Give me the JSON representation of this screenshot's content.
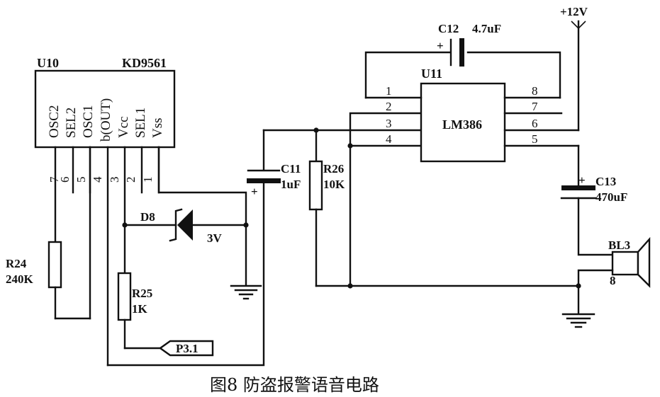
{
  "u10": {
    "ref": "U10",
    "part": "KD9561",
    "pins": [
      {
        "name": "OSC2",
        "num": "7"
      },
      {
        "name": "SEL2",
        "num": "6"
      },
      {
        "name": "OSC1",
        "num": "5"
      },
      {
        "name": "b(OUT)",
        "num": "4"
      },
      {
        "name": "Vcc",
        "num": "3"
      },
      {
        "name": "SEL1",
        "num": "2"
      },
      {
        "name": "Vss",
        "num": "1"
      }
    ]
  },
  "u11": {
    "ref": "U11",
    "part": "LM386",
    "pins_left": [
      "1",
      "2",
      "3",
      "4"
    ],
    "pins_right": [
      "8",
      "7",
      "6",
      "5"
    ]
  },
  "c12": {
    "ref": "C12",
    "value": "4.7uF",
    "plus": "+"
  },
  "c11": {
    "ref": "C11",
    "value": "1uF",
    "plus": "+"
  },
  "c13": {
    "ref": "C13",
    "value": "470uF",
    "plus": "+"
  },
  "r24": {
    "ref": "R24",
    "value": "240K"
  },
  "r25": {
    "ref": "R25",
    "value": "1K"
  },
  "r26": {
    "ref": "R26",
    "value": "10K"
  },
  "d8": {
    "ref": "D8",
    "value": "3V"
  },
  "bl3": {
    "ref": "BL3",
    "pin": "8"
  },
  "supply": {
    "label": "+12V"
  },
  "port": {
    "label": "P3.1"
  },
  "caption": "图8  防盗报警语音电路"
}
